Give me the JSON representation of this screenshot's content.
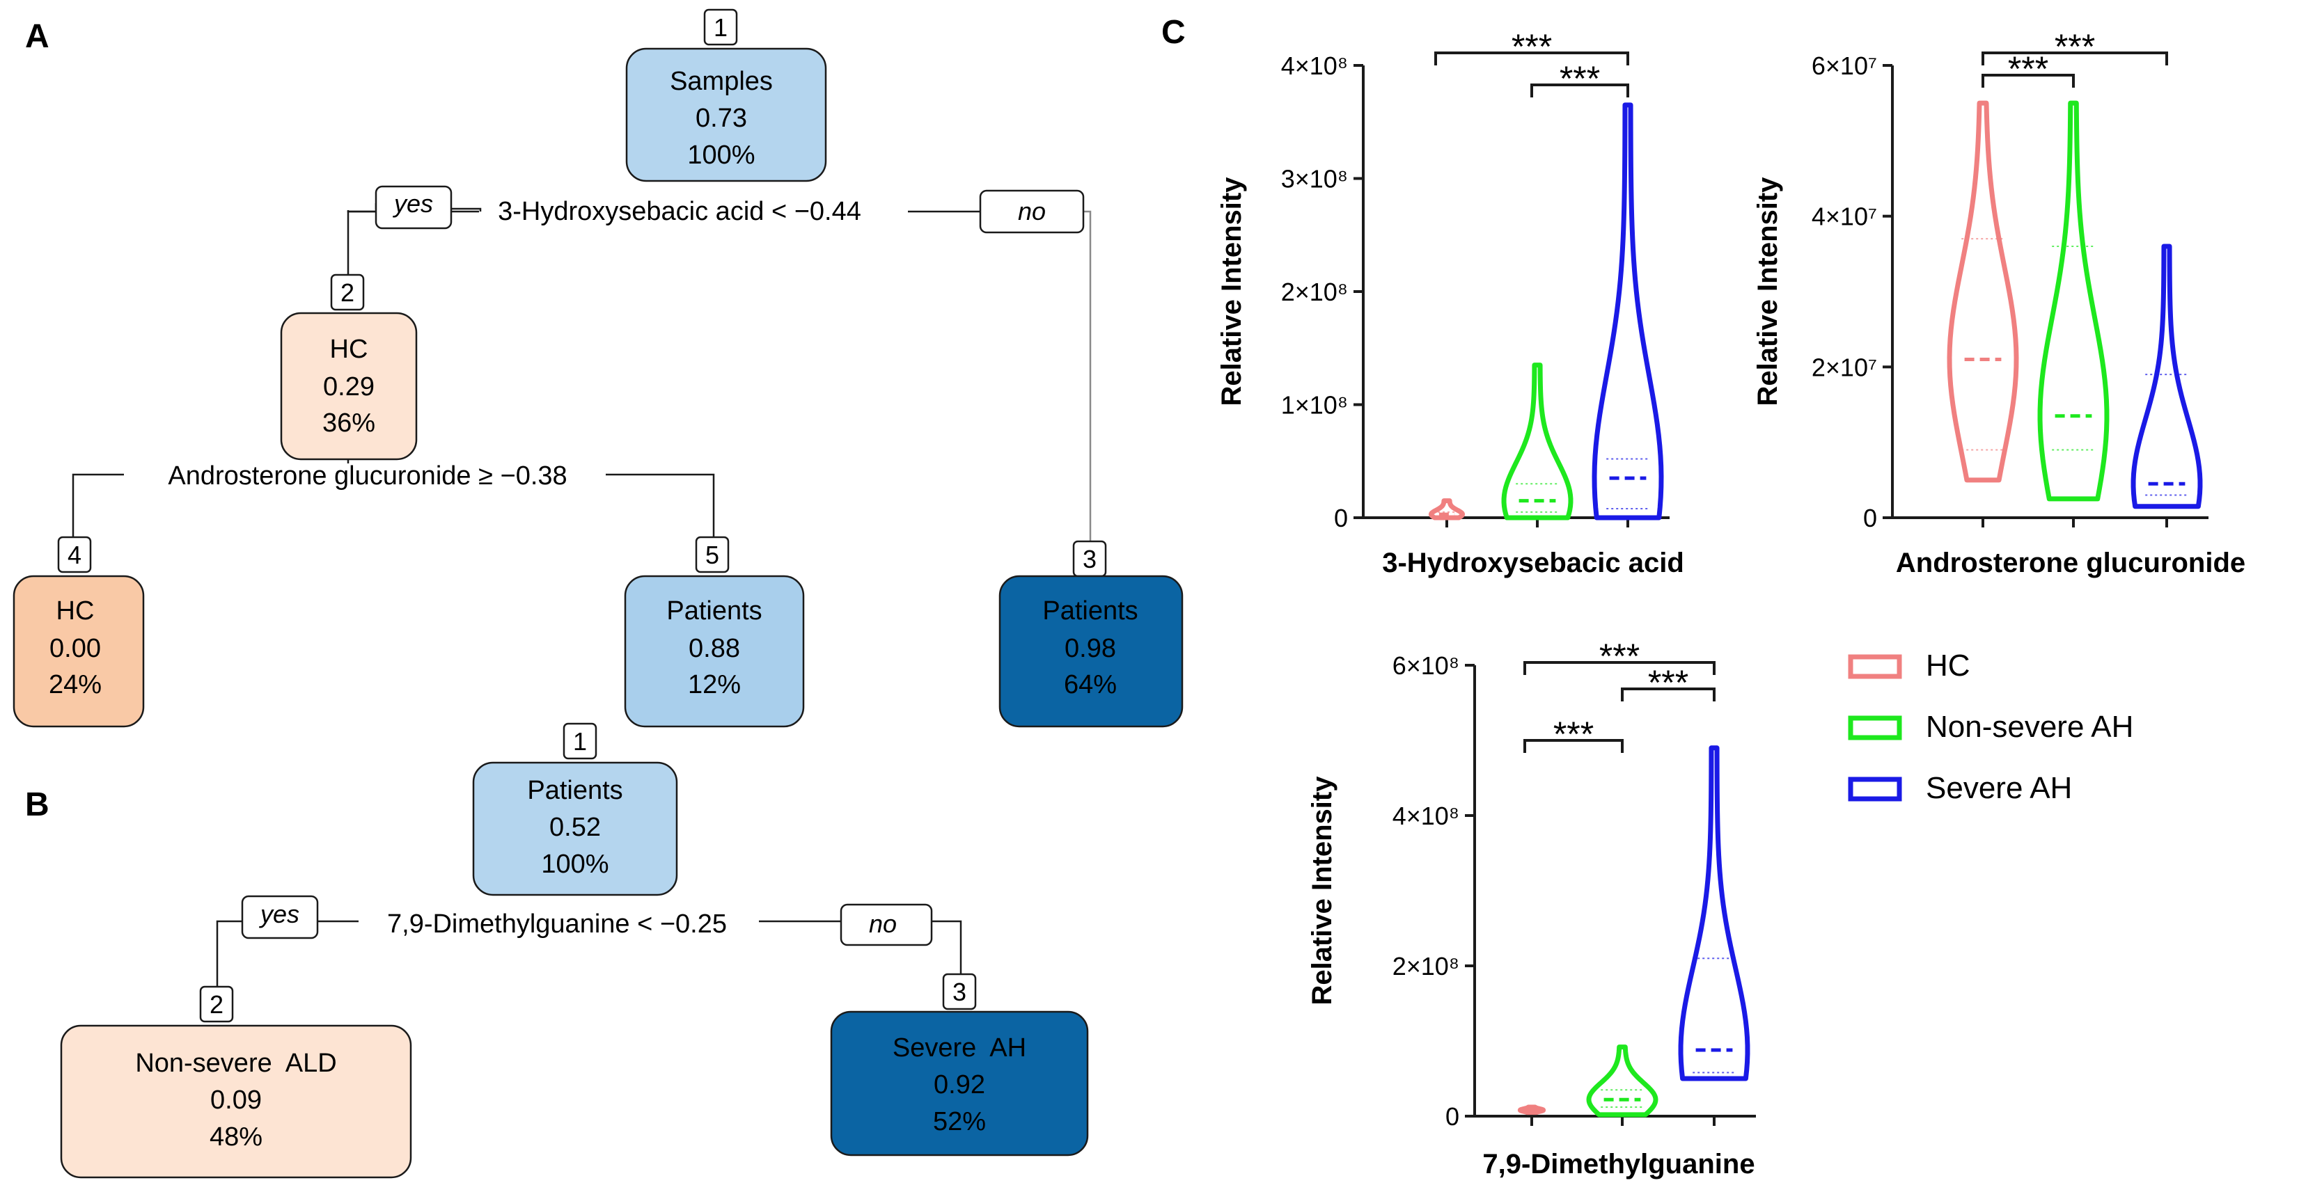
{
  "panels": {
    "a": "A",
    "b": "B",
    "c": "C"
  },
  "colors": {
    "root_box": "#b4d5ee",
    "mid_box": "#a9cfec",
    "dark_box": "#0b64a3",
    "light_orange": "#fde4d3",
    "orange": "#f9c9a6",
    "border": "#1a1a1a",
    "hc": "#f08080",
    "nonsevere": "#1ee81e",
    "severe": "#1a1ae6"
  },
  "tree_a": {
    "nodes": [
      {
        "id": "1",
        "label": "Samples",
        "value": "0.73",
        "pct": "100%"
      },
      {
        "id": "2",
        "label": "HC",
        "value": "0.29",
        "pct": "36%"
      },
      {
        "id": "4",
        "label": "HC",
        "value": "0.00",
        "pct": "24%"
      },
      {
        "id": "5",
        "label": "Patients",
        "value": "0.88",
        "pct": "12%"
      },
      {
        "id": "3",
        "label": "Patients",
        "value": "0.98",
        "pct": "64%"
      }
    ],
    "split1": "3-Hydroxysebacic acid < −0.44",
    "split2": "Androsterone glucuronide ≥ −0.38",
    "yes": "yes",
    "no": "no"
  },
  "tree_b": {
    "nodes": [
      {
        "id": "1",
        "label": "Patients",
        "value": "0.52",
        "pct": "100%"
      },
      {
        "id": "2",
        "label": "Non-severe  ALD",
        "value": "0.09",
        "pct": "48%"
      },
      {
        "id": "3",
        "label": "Severe  AH",
        "value": "0.92",
        "pct": "52%"
      }
    ],
    "split": "7,9-Dimethylguanine  < −0.25",
    "yes": "yes",
    "no": "no"
  },
  "chart_data": [
    {
      "type": "violin",
      "xlabel": "3-Hydroxysebacic acid",
      "ylabel": "Relative Intensity",
      "ylim": [
        0,
        400000000
      ],
      "yticks": [
        0,
        100000000,
        200000000,
        300000000,
        400000000
      ],
      "ytick_labels": [
        "0",
        "1×10⁸",
        "2×10⁸",
        "3×10⁸",
        "4×10⁸"
      ],
      "series": [
        {
          "name": "HC",
          "min": 0,
          "max": 15000000,
          "median": 3000000,
          "q1": 1000000,
          "q3": 5000000
        },
        {
          "name": "Non-severe AH",
          "min": 0,
          "max": 135000000,
          "median": 15000000,
          "q1": 5000000,
          "q3": 30000000
        },
        {
          "name": "Severe AH",
          "min": 0,
          "max": 365000000,
          "median": 35000000,
          "q1": 8000000,
          "q3": 52000000
        }
      ],
      "significance": [
        {
          "from": "HC",
          "to": "Severe AH",
          "label": "***"
        },
        {
          "from": "Non-severe AH",
          "to": "Severe AH",
          "label": "***"
        }
      ]
    },
    {
      "type": "violin",
      "xlabel": "Androsterone glucuronide",
      "ylabel": "Relative Intensity",
      "ylim": [
        0,
        60000000
      ],
      "yticks": [
        0,
        20000000,
        40000000,
        60000000
      ],
      "ytick_labels": [
        "0",
        "2×10⁷",
        "4×10⁷",
        "6×10⁷"
      ],
      "series": [
        {
          "name": "HC",
          "min": 5000000,
          "max": 55000000,
          "median": 21000000,
          "q1": 9000000,
          "q3": 37000000
        },
        {
          "name": "Non-severe AH",
          "min": 2500000,
          "max": 55000000,
          "median": 13500000,
          "q1": 9000000,
          "q3": 36000000
        },
        {
          "name": "Severe AH",
          "min": 1500000,
          "max": 36000000,
          "median": 4500000,
          "q1": 3000000,
          "q3": 19000000
        }
      ],
      "significance": [
        {
          "from": "HC",
          "to": "Non-severe AH",
          "label": "***"
        },
        {
          "from": "HC",
          "to": "Severe AH",
          "label": "***"
        }
      ]
    },
    {
      "type": "violin",
      "xlabel": "7,9-Dimethylguanine",
      "ylabel": "Relative Intensity",
      "ylim": [
        0,
        600000000
      ],
      "yticks": [
        0,
        200000000,
        400000000,
        600000000
      ],
      "ytick_labels": [
        "0",
        "2×10⁸",
        "4×10⁸",
        "6×10⁸"
      ],
      "series": [
        {
          "name": "HC",
          "min": 5000000,
          "max": 12000000,
          "median": 8000000,
          "q1": 7000000,
          "q3": 10000000
        },
        {
          "name": "Non-severe AH",
          "min": 2000000,
          "max": 92000000,
          "median": 22000000,
          "q1": 12000000,
          "q3": 35000000
        },
        {
          "name": "Severe AH",
          "min": 50000000,
          "max": 490000000,
          "median": 88000000,
          "q1": 58000000,
          "q3": 210000000
        }
      ],
      "significance": [
        {
          "from": "HC",
          "to": "Non-severe AH",
          "label": "***"
        },
        {
          "from": "Non-severe AH",
          "to": "Severe AH",
          "label": "***"
        },
        {
          "from": "HC",
          "to": "Severe AH",
          "label": "***"
        }
      ]
    }
  ],
  "legend": [
    {
      "name": "HC",
      "color": "#f08080"
    },
    {
      "name": "Non-severe AH",
      "color": "#1ee81e"
    },
    {
      "name": "Severe AH",
      "color": "#1a1ae6"
    }
  ]
}
